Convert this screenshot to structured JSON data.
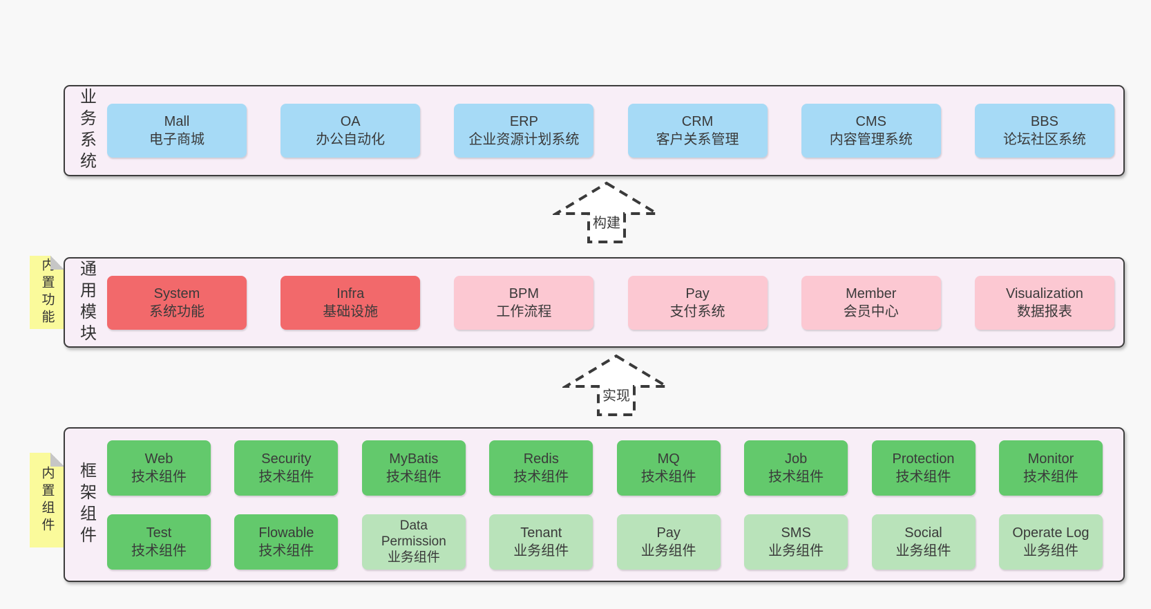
{
  "palette": {
    "page_bg": "#f8f8f8",
    "layer_bg": "#f8eef7",
    "layer_border": "#3c3c3c",
    "blue_box": "#a6daf6",
    "red_box": "#f2696b",
    "pink_box": "#fcc8d2",
    "green_box": "#63c96c",
    "light_green_box": "#b9e3ba",
    "tab_bg": "#fafa9b",
    "tab_fold": "#c6c6c6",
    "text": "#3a3a3a"
  },
  "arrows": [
    {
      "label": "构建"
    },
    {
      "label": "实现"
    }
  ],
  "layers": [
    {
      "label": "业务系统",
      "boxes": [
        {
          "en": "Mall",
          "zh": "电子商城"
        },
        {
          "en": "OA",
          "zh": "办公自动化"
        },
        {
          "en": "ERP",
          "zh": "企业资源计划系统"
        },
        {
          "en": "CRM",
          "zh": "客户关系管理"
        },
        {
          "en": "CMS",
          "zh": "内容管理系统"
        },
        {
          "en": "BBS",
          "zh": "论坛社区系统"
        }
      ]
    },
    {
      "label": "通用模块",
      "tab": "内置功能",
      "boxes": [
        {
          "en": "System",
          "zh": "系统功能"
        },
        {
          "en": "Infra",
          "zh": "基础设施"
        },
        {
          "en": "BPM",
          "zh": "工作流程"
        },
        {
          "en": "Pay",
          "zh": "支付系统"
        },
        {
          "en": "Member",
          "zh": "会员中心"
        },
        {
          "en": "Visualization",
          "zh": "数据报表"
        }
      ]
    },
    {
      "label": "框架组件",
      "tab": "内置组件",
      "rows": [
        [
          {
            "en": "Web",
            "zh": "技术组件"
          },
          {
            "en": "Security",
            "zh": "技术组件"
          },
          {
            "en": "MyBatis",
            "zh": "技术组件"
          },
          {
            "en": "Redis",
            "zh": "技术组件"
          },
          {
            "en": "MQ",
            "zh": "技术组件"
          },
          {
            "en": "Job",
            "zh": "技术组件"
          },
          {
            "en": "Protection",
            "zh": "技术组件"
          },
          {
            "en": "Monitor",
            "zh": "技术组件"
          }
        ],
        [
          {
            "en": "Test",
            "zh": "技术组件"
          },
          {
            "en": "Flowable",
            "zh": "技术组件"
          },
          {
            "en": "Data Permission",
            "zh": "业务组件"
          },
          {
            "en": "Tenant",
            "zh": "业务组件"
          },
          {
            "en": "Pay",
            "zh": "业务组件"
          },
          {
            "en": "SMS",
            "zh": "业务组件"
          },
          {
            "en": "Social",
            "zh": "业务组件"
          },
          {
            "en": "Operate Log",
            "zh": "业务组件"
          }
        ]
      ]
    }
  ]
}
